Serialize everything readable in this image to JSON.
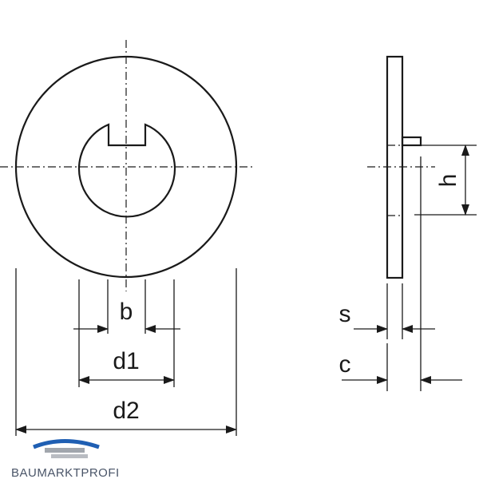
{
  "labels": {
    "b": "b",
    "d1": "d1",
    "d2": "d2",
    "h": "h",
    "s": "s",
    "c": "c"
  },
  "logo": {
    "text": "BAUMARKTPROFI",
    "colors": {
      "blue": "#1f5fb3",
      "gray": "#8a9099"
    }
  },
  "colors": {
    "ink": "#1a1a1a",
    "background": "#ffffff"
  }
}
